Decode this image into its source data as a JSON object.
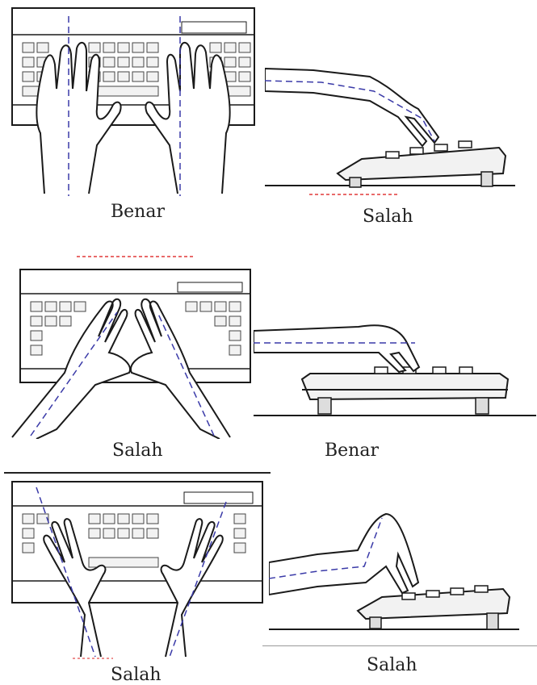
{
  "colors": {
    "outline": "#1a1a1a",
    "guide": "#3a3aa8",
    "key_fill": "#f2f2f2",
    "red_mark": "#e86a6a"
  },
  "rows": [
    {
      "left": {
        "label": "Benar",
        "view": "top",
        "guide": "straight-vertical"
      },
      "right": {
        "label": "Salah",
        "view": "side",
        "guide": "wrist-bent-down"
      }
    },
    {
      "left": {
        "label": "Salah",
        "view": "top",
        "guide": "angled-inward"
      },
      "right": {
        "label": "Benar",
        "view": "side",
        "guide": "straight-horizontal"
      }
    },
    {
      "left": {
        "label": "Salah",
        "view": "top",
        "guide": "angled-outward"
      },
      "right": {
        "label": "Salah",
        "view": "side",
        "guide": "wrist-bent-up"
      }
    }
  ]
}
